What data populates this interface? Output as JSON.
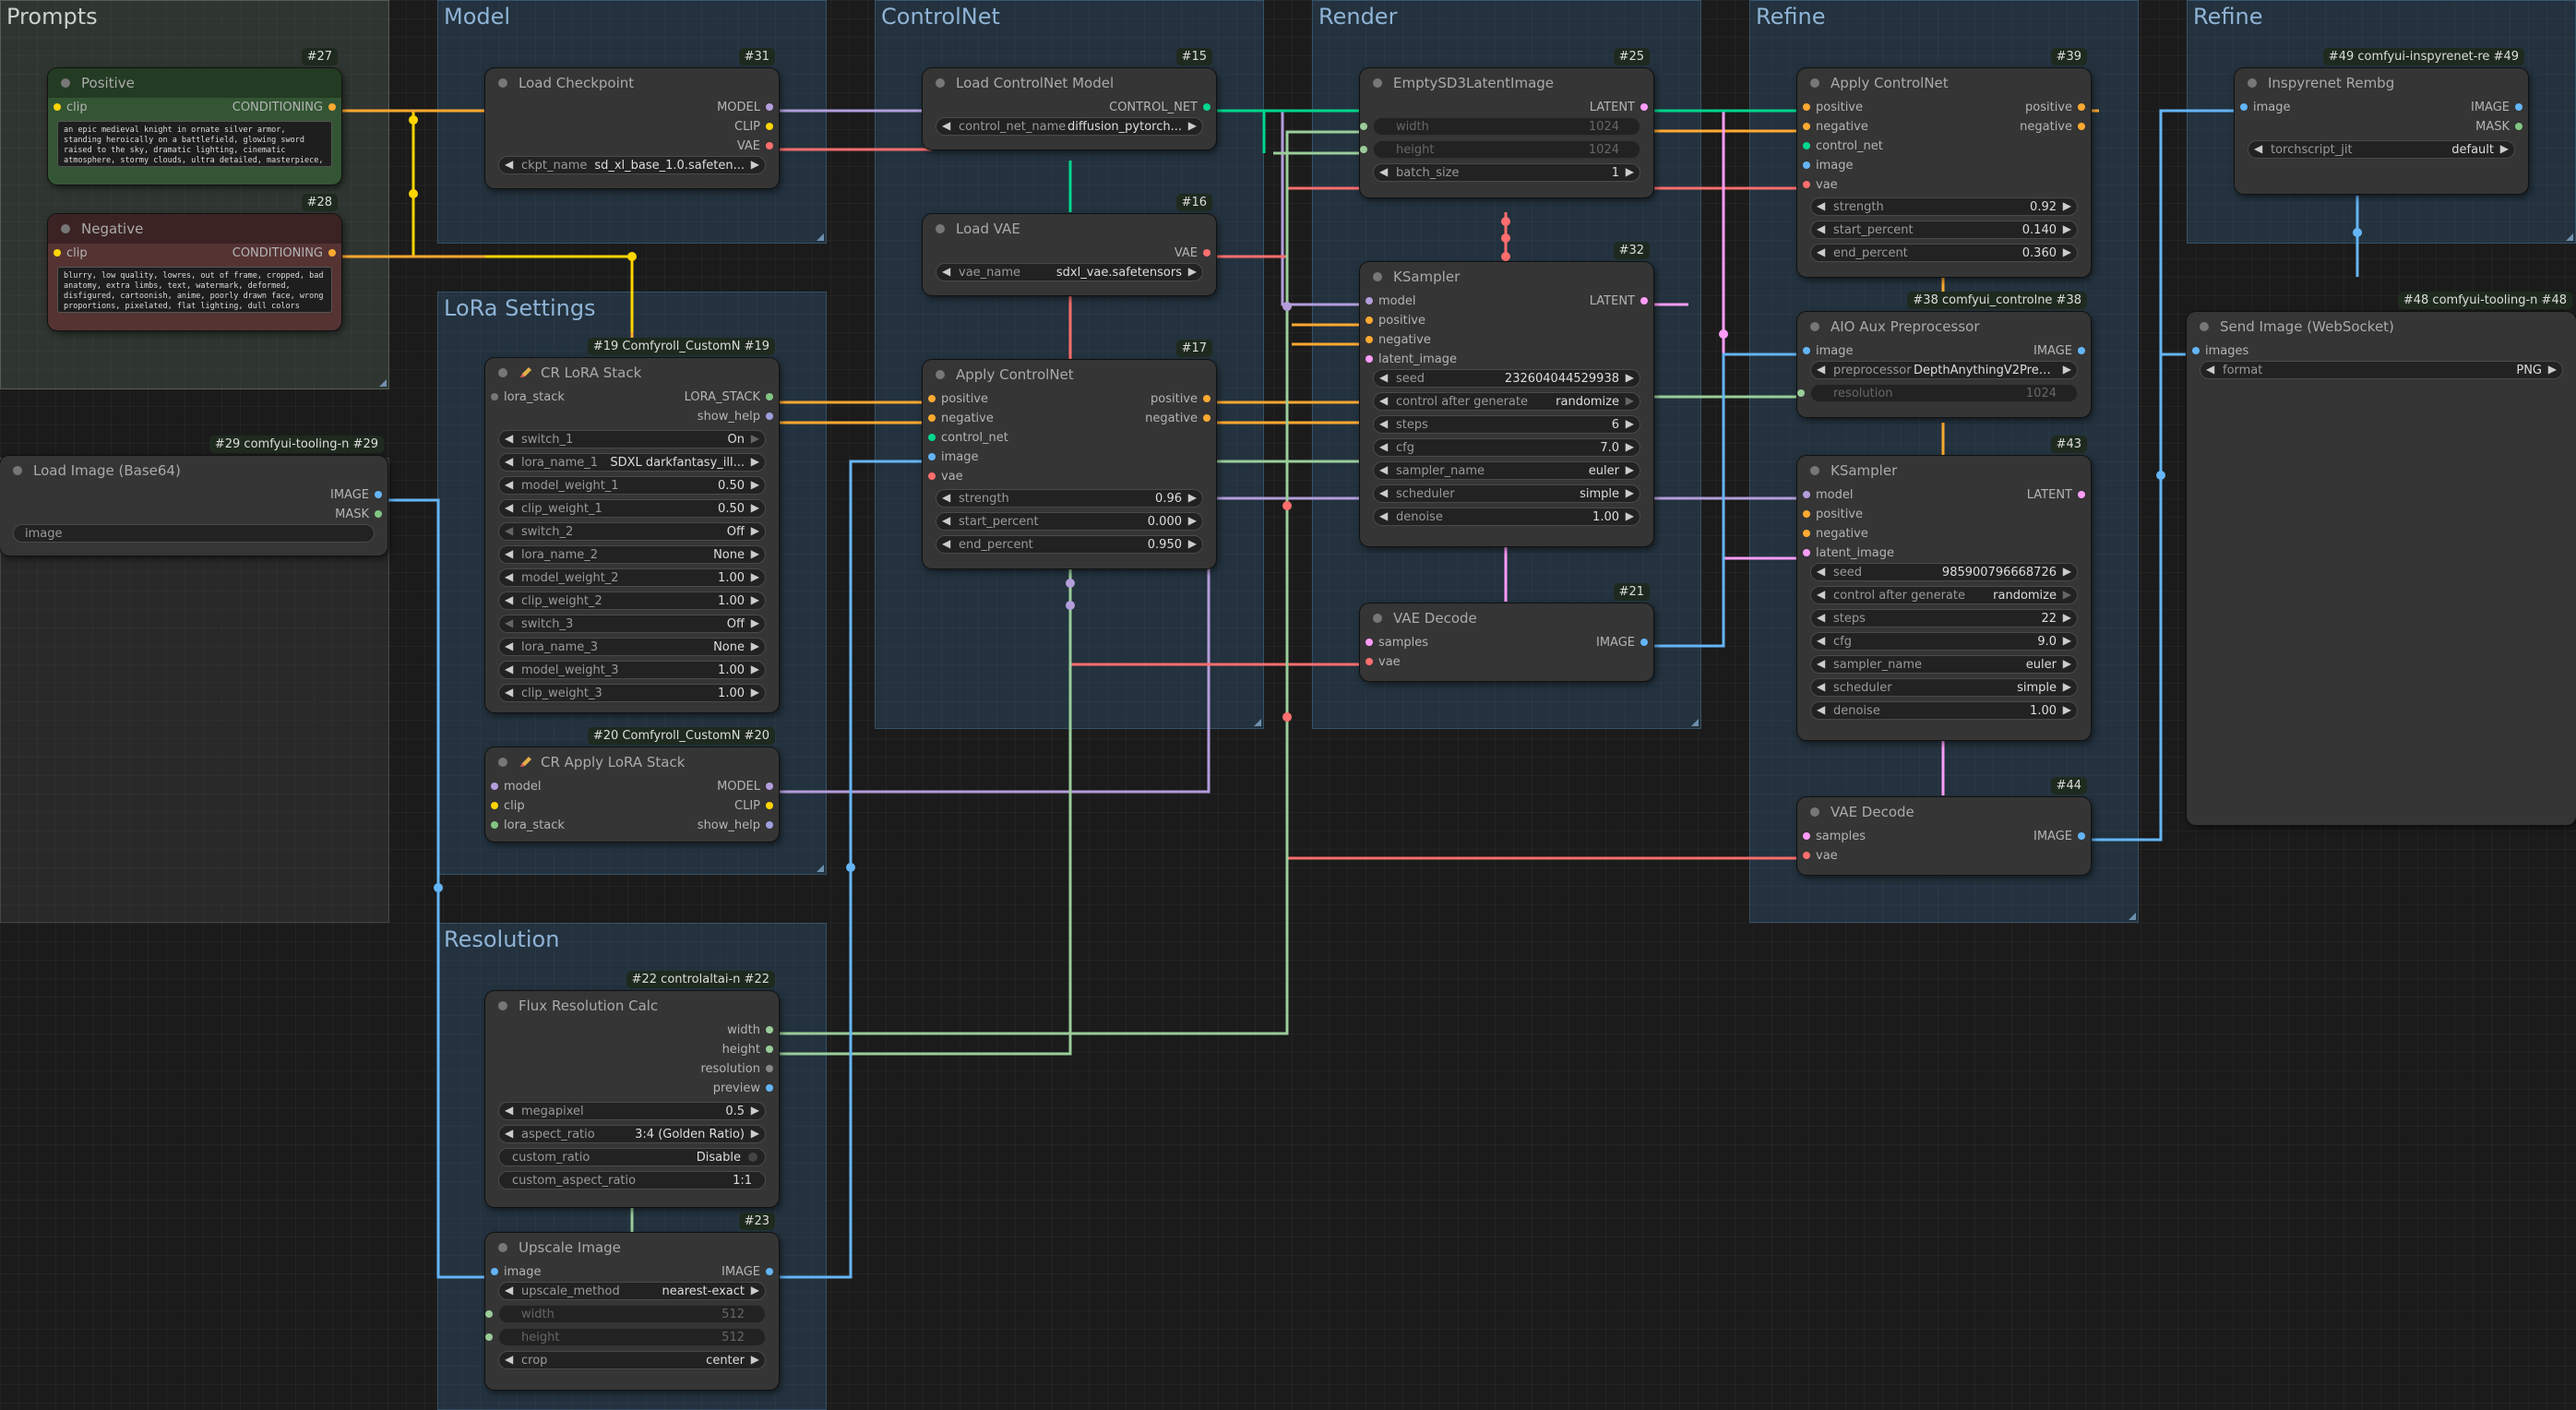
{
  "groups": {
    "prompts": "Prompts",
    "model": "Model",
    "controlnet": "ControlNet",
    "render": "Render",
    "refine1": "Refine",
    "refine2": "Refine",
    "lora": "LoRa Settings",
    "resolution": "Resolution"
  },
  "colors": {
    "model": "#b39ddb",
    "clip": "#ffd500",
    "vae": "#ff6e6e",
    "conditioning": "#ffa931",
    "latent": "#ff9cf9",
    "image": "#64b5f6",
    "control_net": "#00d78d",
    "int": "#9acd9a"
  },
  "nodes": {
    "positive": {
      "badge": "#27",
      "title": "Positive",
      "in": "clip",
      "out": "CONDITIONING",
      "text": "an epic medieval knight in ornate silver armor, standing heroically on a battlefield, glowing sword raised to the sky, dramatic lighting, cinematic atmosphere, stormy clouds, ultra detailed, masterpiece, sharp focus, volumetric lighting, by Greg"
    },
    "negative": {
      "badge": "#28",
      "title": "Negative",
      "in": "clip",
      "out": "CONDITIONING",
      "text": "blurry, low quality, lowres, out of frame, cropped, bad anatomy, extra limbs, text, watermark, deformed, disfigured, cartoonish, anime, poorly drawn face, wrong proportions, pixelated, flat lighting, dull colors"
    },
    "load_image": {
      "badge": "#29 comfyui-tooling-n #29",
      "title": "Load Image (Base64)",
      "out1": "IMAGE",
      "out2": "MASK",
      "widget": "image"
    },
    "checkpoint": {
      "badge": "#31",
      "title": "Load Checkpoint",
      "out1": "MODEL",
      "out2": "CLIP",
      "out3": "VAE",
      "w_label": "ckpt_name",
      "w_value": "sd_xl_base_1.0.safeten..."
    },
    "lora_stack": {
      "badge": "#19 Comfyroll_CustomN #19",
      "title": "CR LoRA Stack",
      "in": "lora_stack",
      "out1": "LORA_STACK",
      "out2": "show_help",
      "widgets": [
        {
          "l": "switch_1",
          "v": "On"
        },
        {
          "l": "lora_name_1",
          "v": "SDXL darkfantasy_ill..."
        },
        {
          "l": "model_weight_1",
          "v": "0.50"
        },
        {
          "l": "clip_weight_1",
          "v": "0.50"
        },
        {
          "l": "switch_2",
          "v": "Off"
        },
        {
          "l": "lora_name_2",
          "v": "None"
        },
        {
          "l": "model_weight_2",
          "v": "1.00"
        },
        {
          "l": "clip_weight_2",
          "v": "1.00"
        },
        {
          "l": "switch_3",
          "v": "Off"
        },
        {
          "l": "lora_name_3",
          "v": "None"
        },
        {
          "l": "model_weight_3",
          "v": "1.00"
        },
        {
          "l": "clip_weight_3",
          "v": "1.00"
        }
      ]
    },
    "apply_lora": {
      "badge": "#20 Comfyroll_CustomN #20",
      "title": "CR Apply LoRA Stack",
      "in1": "model",
      "in2": "clip",
      "in3": "lora_stack",
      "out1": "MODEL",
      "out2": "CLIP",
      "out3": "show_help"
    },
    "flux_res": {
      "badge": "#22 controlaltai-n #22",
      "title": "Flux Resolution Calc",
      "out1": "width",
      "out2": "height",
      "out3": "resolution",
      "out4": "preview",
      "widgets": [
        {
          "l": "megapixel",
          "v": "0.5"
        },
        {
          "l": "aspect_ratio",
          "v": "3:4 (Golden Ratio)"
        },
        {
          "l": "custom_ratio",
          "v": "Disable"
        },
        {
          "l": "custom_aspect_ratio",
          "v": "1:1"
        }
      ]
    },
    "upscale": {
      "badge": "#23",
      "title": "Upscale Image",
      "in": "image",
      "out": "IMAGE",
      "widgets": [
        {
          "l": "upscale_method",
          "v": "nearest-exact"
        },
        {
          "l": "width",
          "v": "512"
        },
        {
          "l": "height",
          "v": "512"
        },
        {
          "l": "crop",
          "v": "center"
        }
      ]
    },
    "load_cn": {
      "badge": "#15",
      "title": "Load ControlNet Model",
      "out": "CONTROL_NET",
      "w_label": "control_net_name",
      "w_value": "diffusion_pytorch..."
    },
    "load_vae": {
      "badge": "#16",
      "title": "Load VAE",
      "out": "VAE",
      "w_label": "vae_name",
      "w_value": "sdxl_vae.safetensors"
    },
    "apply_cn1": {
      "badge": "#17",
      "title": "Apply ControlNet",
      "in1": "positive",
      "in2": "negative",
      "in3": "control_net",
      "in4": "image",
      "in5": "vae",
      "out1": "positive",
      "out2": "negative",
      "widgets": [
        {
          "l": "strength",
          "v": "0.96"
        },
        {
          "l": "start_percent",
          "v": "0.000"
        },
        {
          "l": "end_percent",
          "v": "0.950"
        }
      ]
    },
    "empty_latent": {
      "badge": "#25",
      "title": "EmptySD3LatentImage",
      "out": "LATENT",
      "widgets": [
        {
          "l": "width",
          "v": "1024"
        },
        {
          "l": "height",
          "v": "1024"
        },
        {
          "l": "batch_size",
          "v": "1"
        }
      ]
    },
    "ksampler1": {
      "badge": "#32",
      "title": "KSampler",
      "in1": "model",
      "in2": "positive",
      "in3": "negative",
      "in4": "latent_image",
      "out": "LATENT",
      "widgets": [
        {
          "l": "seed",
          "v": "232604044529938"
        },
        {
          "l": "control after generate",
          "v": "randomize"
        },
        {
          "l": "steps",
          "v": "6"
        },
        {
          "l": "cfg",
          "v": "7.0"
        },
        {
          "l": "sampler_name",
          "v": "euler"
        },
        {
          "l": "scheduler",
          "v": "simple"
        },
        {
          "l": "denoise",
          "v": "1.00"
        }
      ]
    },
    "vae_decode1": {
      "badge": "#21",
      "title": "VAE Decode",
      "in1": "samples",
      "in2": "vae",
      "out": "IMAGE"
    },
    "apply_cn2": {
      "badge": "#39",
      "title": "Apply ControlNet",
      "in1": "positive",
      "in2": "negative",
      "in3": "control_net",
      "in4": "image",
      "in5": "vae",
      "out1": "positive",
      "out2": "negative",
      "widgets": [
        {
          "l": "strength",
          "v": "0.92"
        },
        {
          "l": "start_percent",
          "v": "0.140"
        },
        {
          "l": "end_percent",
          "v": "0.360"
        }
      ]
    },
    "aio": {
      "badge": "#38 comfyui_controlne #38",
      "title": "AIO Aux Preprocessor",
      "in": "image",
      "out": "IMAGE",
      "widgets": [
        {
          "l": "preprocessor",
          "v": "DepthAnythingV2Prepr..."
        },
        {
          "l": "resolution",
          "v": "1024"
        }
      ]
    },
    "ksampler2": {
      "badge": "#43",
      "title": "KSampler",
      "in1": "model",
      "in2": "positive",
      "in3": "negative",
      "in4": "latent_image",
      "out": "LATENT",
      "widgets": [
        {
          "l": "seed",
          "v": "985900796668726"
        },
        {
          "l": "control after generate",
          "v": "randomize"
        },
        {
          "l": "steps",
          "v": "22"
        },
        {
          "l": "cfg",
          "v": "9.0"
        },
        {
          "l": "sampler_name",
          "v": "euler"
        },
        {
          "l": "scheduler",
          "v": "simple"
        },
        {
          "l": "denoise",
          "v": "1.00"
        }
      ]
    },
    "vae_decode2": {
      "badge": "#44",
      "title": "VAE Decode",
      "in1": "samples",
      "in2": "vae",
      "out": "IMAGE"
    },
    "rembg": {
      "badge": "#49 comfyui-inspyrenet-re #49",
      "title": "Inspyrenet Rembg",
      "in": "image",
      "out1": "IMAGE",
      "out2": "MASK",
      "w_label": "torchscript_jit",
      "w_value": "default"
    },
    "send_ws": {
      "badge": "#48 comfyui-tooling-n #48",
      "title": "Send Image (WebSocket)",
      "in": "images",
      "w_label": "format",
      "w_value": "PNG"
    }
  }
}
